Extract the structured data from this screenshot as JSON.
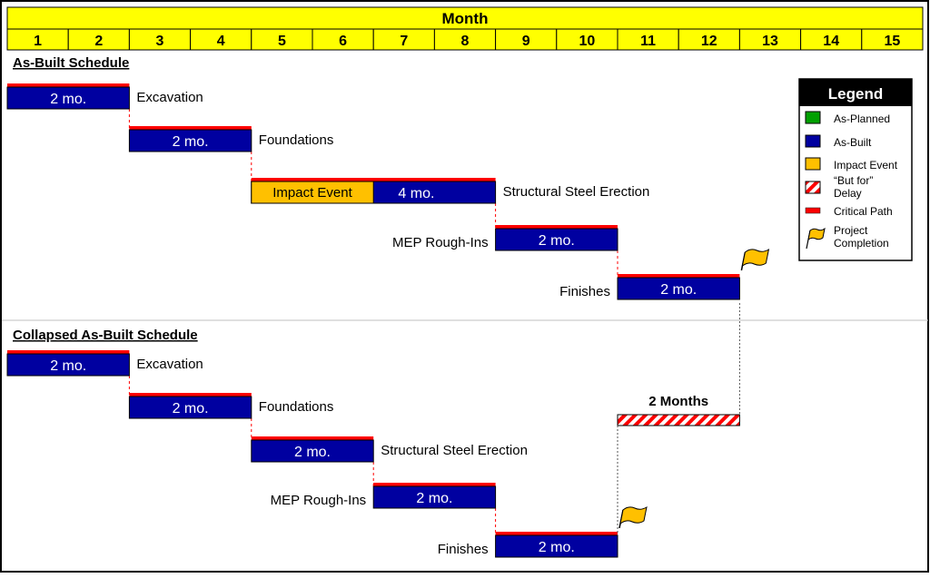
{
  "header": {
    "title": "Month",
    "months": [
      "1",
      "2",
      "3",
      "4",
      "5",
      "6",
      "7",
      "8",
      "9",
      "10",
      "11",
      "12",
      "13",
      "14",
      "15"
    ]
  },
  "sections": [
    {
      "title": "As-Built Schedule",
      "bars": [
        {
          "task": "Excavation",
          "start": 0,
          "end": 2,
          "label": "2 mo.",
          "critical": true
        },
        {
          "task": "Foundations",
          "start": 2,
          "end": 4,
          "label": "2 mo.",
          "critical": true
        },
        {
          "task": "Structural Steel Erection",
          "start": 4,
          "end": 8,
          "label": "4 mo.",
          "critical": true,
          "impact": {
            "start": 4,
            "end": 6,
            "label": "Impact Event"
          }
        },
        {
          "task": "MEP Rough-Ins",
          "start": 8,
          "end": 10,
          "label": "2 mo.",
          "critical": true
        },
        {
          "task": "Finishes",
          "start": 10,
          "end": 12,
          "label": "2 mo.",
          "critical": true
        }
      ],
      "completion_month": 12
    },
    {
      "title": "Collapsed As-Built Schedule",
      "bars": [
        {
          "task": "Excavation",
          "start": 0,
          "end": 2,
          "label": "2 mo.",
          "critical": true
        },
        {
          "task": "Foundations",
          "start": 2,
          "end": 4,
          "label": "2 mo.",
          "critical": true
        },
        {
          "task": "Structural Steel Erection",
          "start": 4,
          "end": 6,
          "label": "2 mo.",
          "critical": true
        },
        {
          "task": "MEP Rough-Ins",
          "start": 6,
          "end": 8,
          "label": "2 mo.",
          "critical": true
        },
        {
          "task": "Finishes",
          "start": 8,
          "end": 10,
          "label": "2 mo.",
          "critical": true
        }
      ],
      "completion_month": 10,
      "but_for_delay": {
        "start": 10,
        "end": 12,
        "label": "2 Months"
      }
    }
  ],
  "legend": {
    "title": "Legend",
    "items": [
      {
        "key": "as-planned",
        "label": "As-Planned"
      },
      {
        "key": "as-built",
        "label": "As-Built"
      },
      {
        "key": "impact-event",
        "label": "Impact Event"
      },
      {
        "key": "but-for-delay",
        "label": "“But for” Delay"
      },
      {
        "key": "critical-path",
        "label": "Critical Path"
      },
      {
        "key": "project-completion",
        "label": "Project Completion"
      }
    ]
  },
  "colors": {
    "header": "#ffff00",
    "as_built": "#0000a0",
    "as_planned": "#00a000",
    "impact": "#ffc000",
    "critical": "#ff0000",
    "flag": "#ffc000",
    "delay_stripe": "#ff0000"
  }
}
